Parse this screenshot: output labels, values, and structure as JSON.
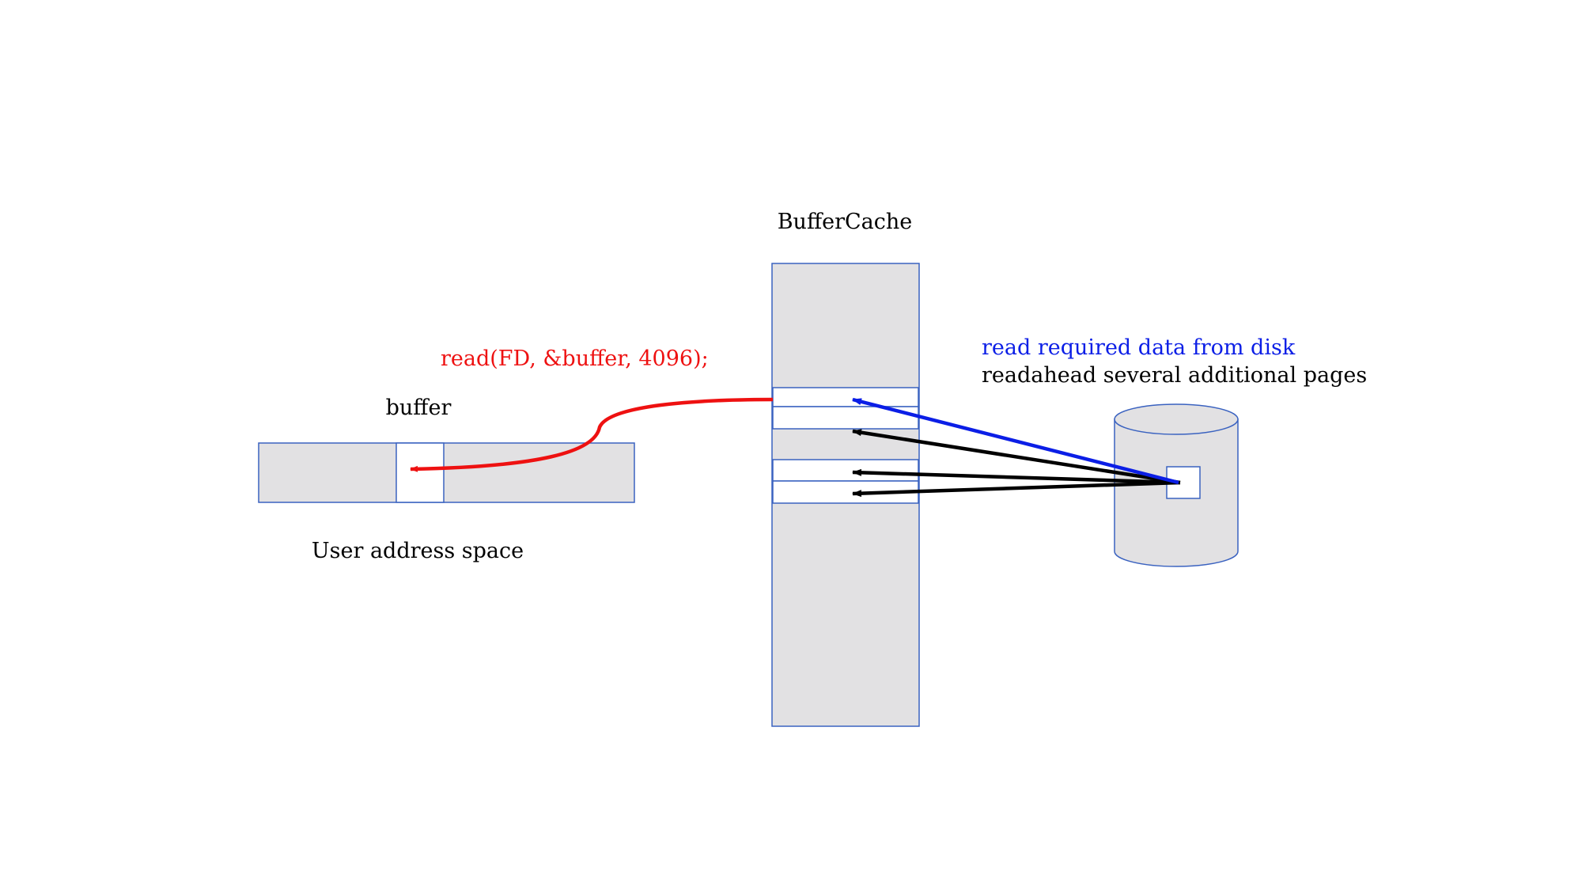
{
  "labels": {
    "buffer_cache": "BufferCache",
    "syscall": "read(FD, &buffer, 4096);",
    "buffer": "buffer",
    "user_space": "User address space",
    "disk_read": "read required data from disk",
    "readahead": "readahead several additional pages"
  },
  "colors": {
    "box_fill": "#e2e1e3",
    "box_stroke": "#3a62c0",
    "syscall_arrow": "#ee1111",
    "disk_read_arrow": "#0b1ee6",
    "readahead_arrow": "#000000",
    "syscall_text": "#ee1111",
    "disk_read_text": "#0b1ee6"
  },
  "icons": {
    "storage": "disk-cylinder-icon"
  }
}
